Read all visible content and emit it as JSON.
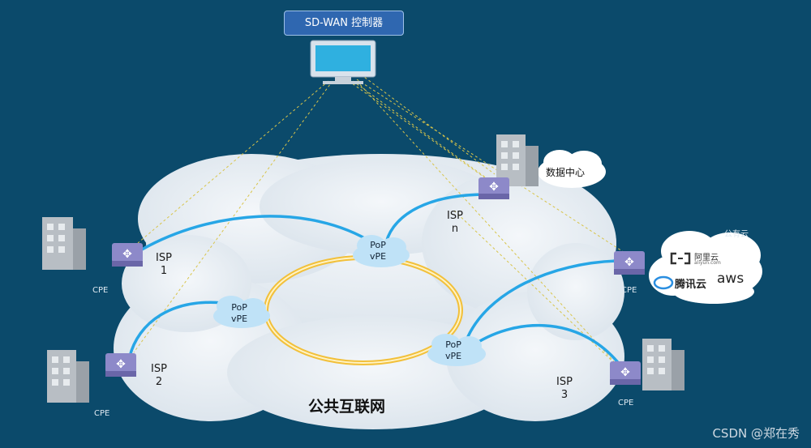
{
  "controller": {
    "title": "SD-WAN 控制器"
  },
  "internet": {
    "label": "公共互联网"
  },
  "isps": [
    {
      "name": "ISP",
      "num": "1"
    },
    {
      "name": "ISP",
      "num": "2"
    },
    {
      "name": "ISP",
      "num": "3"
    },
    {
      "name": "ISP",
      "num": "n"
    }
  ],
  "pops": [
    {
      "line1": "PoP",
      "line2": "vPE"
    },
    {
      "line1": "PoP",
      "line2": "vPE"
    },
    {
      "line1": "PoP",
      "line2": "vPE"
    }
  ],
  "cpe_label": "CPE",
  "datacenter": {
    "label": "数据中心"
  },
  "public_cloud": {
    "label": "公有云",
    "providers": [
      "阿里云",
      "aliyun.com",
      "腾讯云",
      "aws"
    ]
  },
  "watermark": "CSDN @郑在秀",
  "colors": {
    "background": "#0b4a6b",
    "cloud": "#e8eef3",
    "link": "#27a6e6",
    "ring": "#f2c03a",
    "dashed": "#d8c44a",
    "controller_bg": "#2f67b0"
  }
}
